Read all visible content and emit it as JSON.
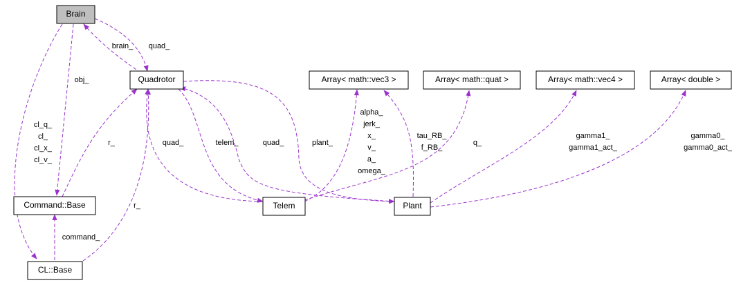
{
  "colors": {
    "edge": "#9a32cd",
    "focus_node_fill": "#bfbfbf",
    "node_border": "#000000"
  },
  "nodes": {
    "brain": "Brain",
    "quadrotor": "Quadrotor",
    "command_base": "Command::Base",
    "cl_base": "CL::Base",
    "telem": "Telem",
    "plant": "Plant",
    "array_vec3": "Array< math::vec3 >",
    "array_quat": "Array< math::quat >",
    "array_vec4": "Array< math::vec4 >",
    "array_double": "Array< double >"
  },
  "edge_labels": {
    "brain_quad_left": "brain_",
    "brain_quad_right": "quad_",
    "obj": "obj_",
    "cl_members": [
      "cl_q_",
      "cl_",
      "cl_x_",
      "cl_v_"
    ],
    "r_command": "r_",
    "r_cl": "r_",
    "command": "command_",
    "quad_telem": "quad_",
    "telem": "telem_",
    "quad_plant": "quad_",
    "plant": "plant_",
    "vec3_members": [
      "alpha_",
      "jerk_",
      "x_",
      "v_",
      "a_",
      "omega_"
    ],
    "tau_members": [
      "tau_RB_",
      "f_RB_"
    ],
    "q": "q_",
    "gamma1_members": [
      "gamma1_",
      "gamma1_act_"
    ],
    "gamma0_members": [
      "gamma0_",
      "gamma0_act_"
    ]
  }
}
